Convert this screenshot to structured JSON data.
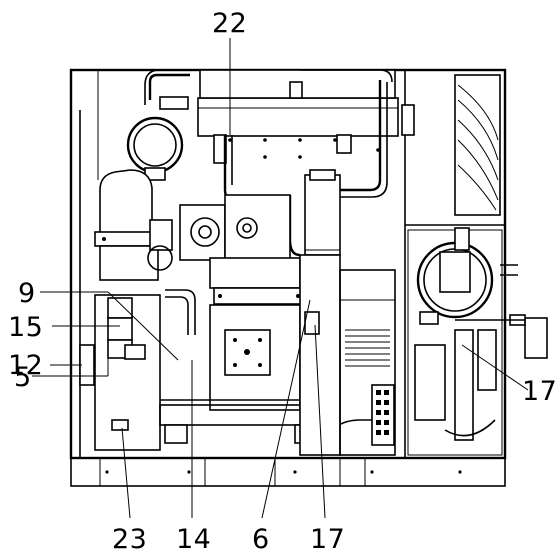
{
  "callouts": {
    "c22": "22",
    "c9": "9",
    "c15": "15",
    "c12": "12",
    "c5": "5",
    "c23": "23",
    "c14": "14",
    "c6": "6",
    "c17_bottom": "17",
    "c17_right": "17"
  },
  "colors": {
    "line": "#000000",
    "background": "#ffffff"
  }
}
